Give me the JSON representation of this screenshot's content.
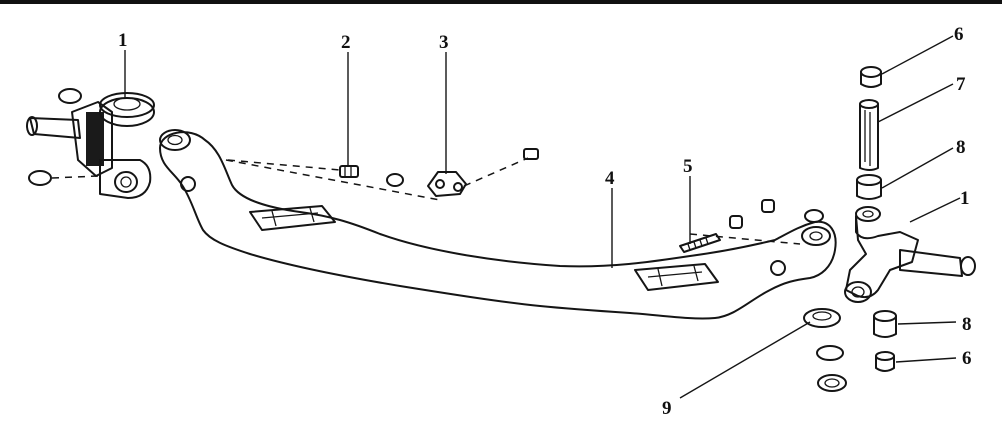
{
  "diagram": {
    "callouts": [
      {
        "id": "c1a",
        "label": "1",
        "part": "steering-knuckle"
      },
      {
        "id": "c2",
        "label": "2",
        "part": "bolt"
      },
      {
        "id": "c3",
        "label": "3",
        "part": "stop-bracket"
      },
      {
        "id": "c4",
        "label": "4",
        "part": "front-axle-beam"
      },
      {
        "id": "c5",
        "label": "5",
        "part": "stud"
      },
      {
        "id": "c6a",
        "label": "6",
        "part": "cap-top"
      },
      {
        "id": "c7",
        "label": "7",
        "part": "kingpin"
      },
      {
        "id": "c8a",
        "label": "8",
        "part": "bushing-top"
      },
      {
        "id": "c1b",
        "label": "1",
        "part": "steering-knuckle"
      },
      {
        "id": "c8b",
        "label": "8",
        "part": "bushing-bottom"
      },
      {
        "id": "c6b",
        "label": "6",
        "part": "cap-bottom"
      },
      {
        "id": "c9",
        "label": "9",
        "part": "thrust-washer"
      }
    ]
  }
}
